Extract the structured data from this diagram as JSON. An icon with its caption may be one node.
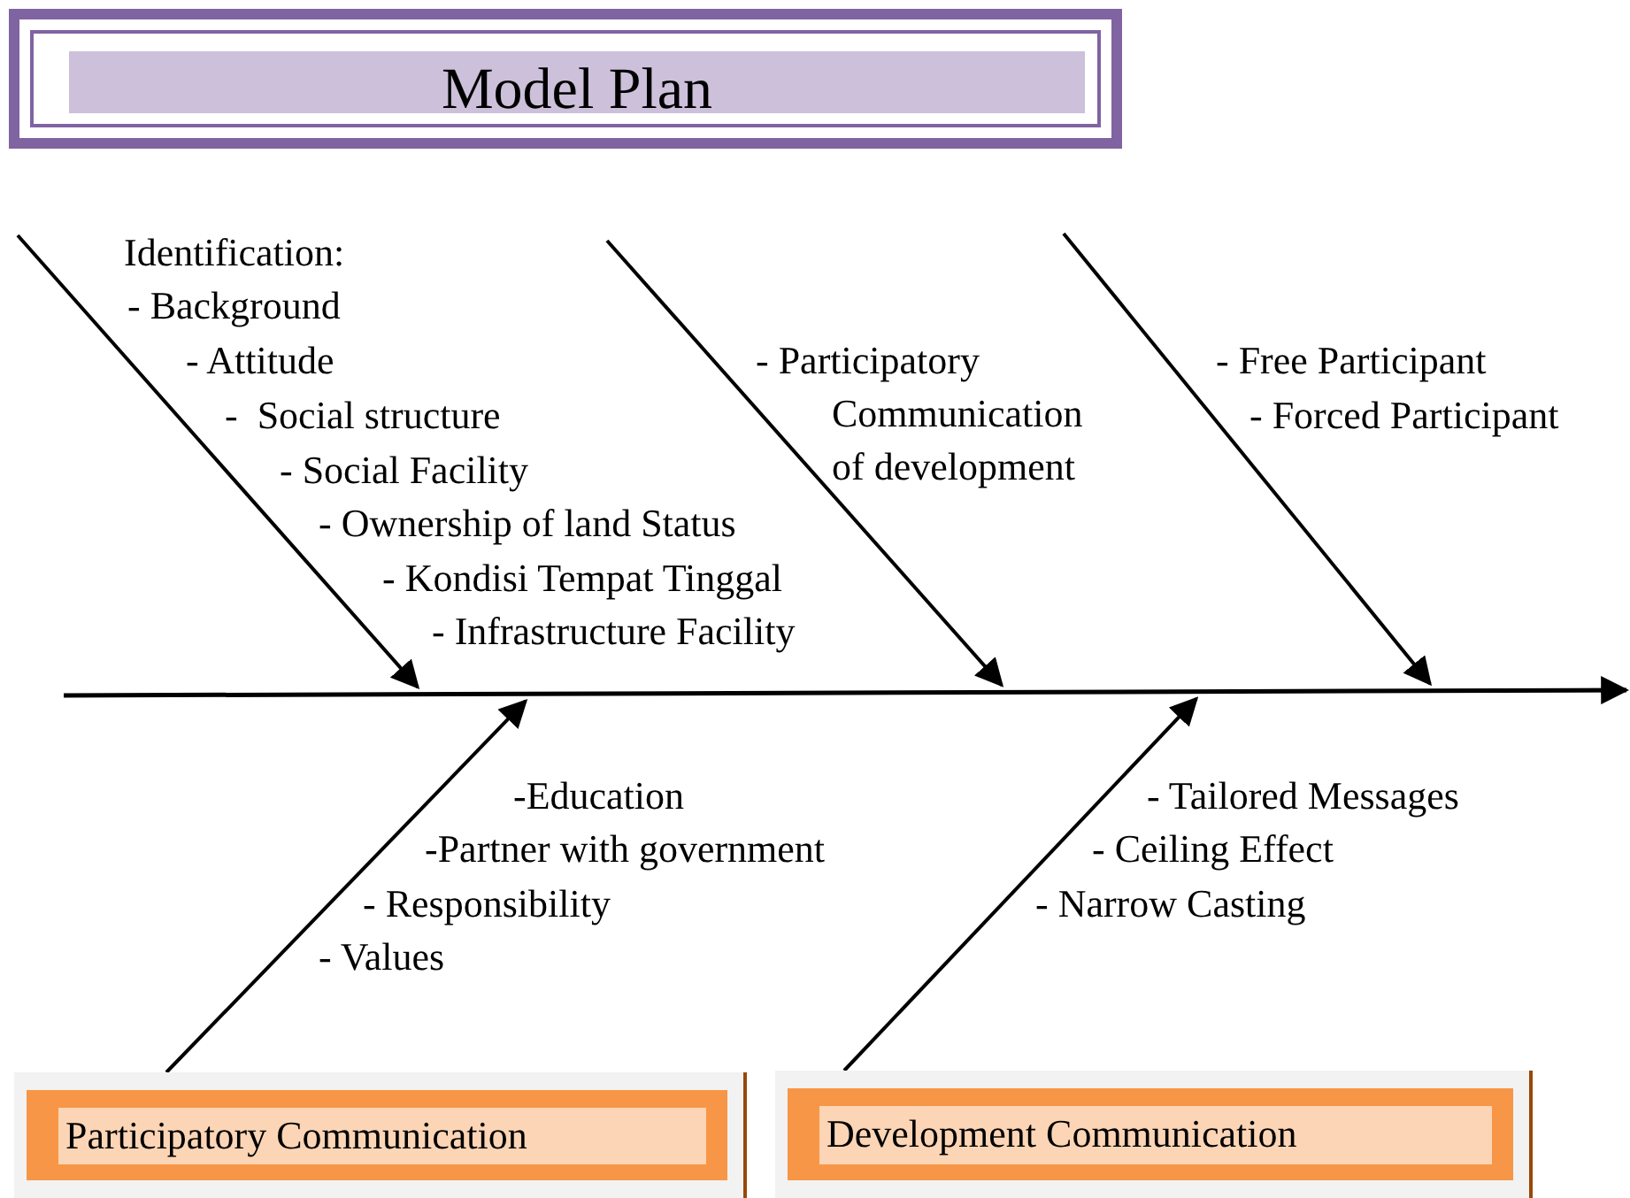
{
  "diagram": {
    "title": "Model Plan",
    "nodes": [
      {
        "text": [],
        "shape": "bar"
      },
      {
        "text": [
          "Participatory Communication"
        ]
      },
      {
        "text": [
          "Development Communication"
        ]
      }
    ],
    "edges": [
      {
        "from": null,
        "to": 0,
        "arrow": "to"
      },
      {
        "from": null,
        "to": 0,
        "arrow": "to"
      },
      {
        "from": null,
        "to": 0,
        "arrow": "to"
      },
      {
        "from": 1,
        "to": 0,
        "arrow": "to"
      },
      {
        "from": 2,
        "to": 0,
        "arrow": "to"
      }
    ],
    "labels": [
      "Identification:",
      "- Background",
      "- Attitude",
      "-  Social structure",
      "- Social Facility",
      "- Ownership of land Status",
      "- Kondisi Tempat Tinggal",
      "- Infrastructure Facility",
      "- Participatory Communication of development",
      "- Free Participant",
      "- Forced Participant",
      "-Education",
      "-Partner with government",
      "- Responsibility",
      "- Values",
      "- Tailored Messages",
      "- Ceiling Effect",
      "- Narrow Casting"
    ]
  }
}
